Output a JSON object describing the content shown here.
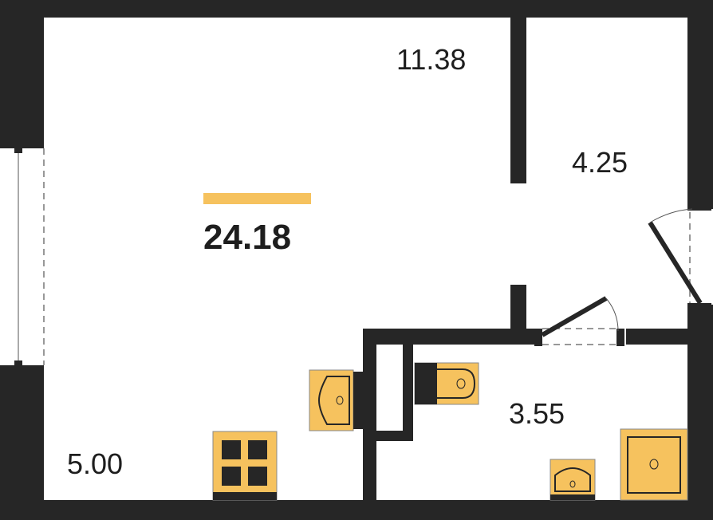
{
  "rooms": {
    "total_area": "24.18",
    "living_room": "11.38",
    "hallway": "4.25",
    "bathroom": "3.55",
    "kitchen": "5.00"
  },
  "colors": {
    "wall": "#262626",
    "fixture": "#F6C25E",
    "accent_bar": "#F6C25E"
  }
}
